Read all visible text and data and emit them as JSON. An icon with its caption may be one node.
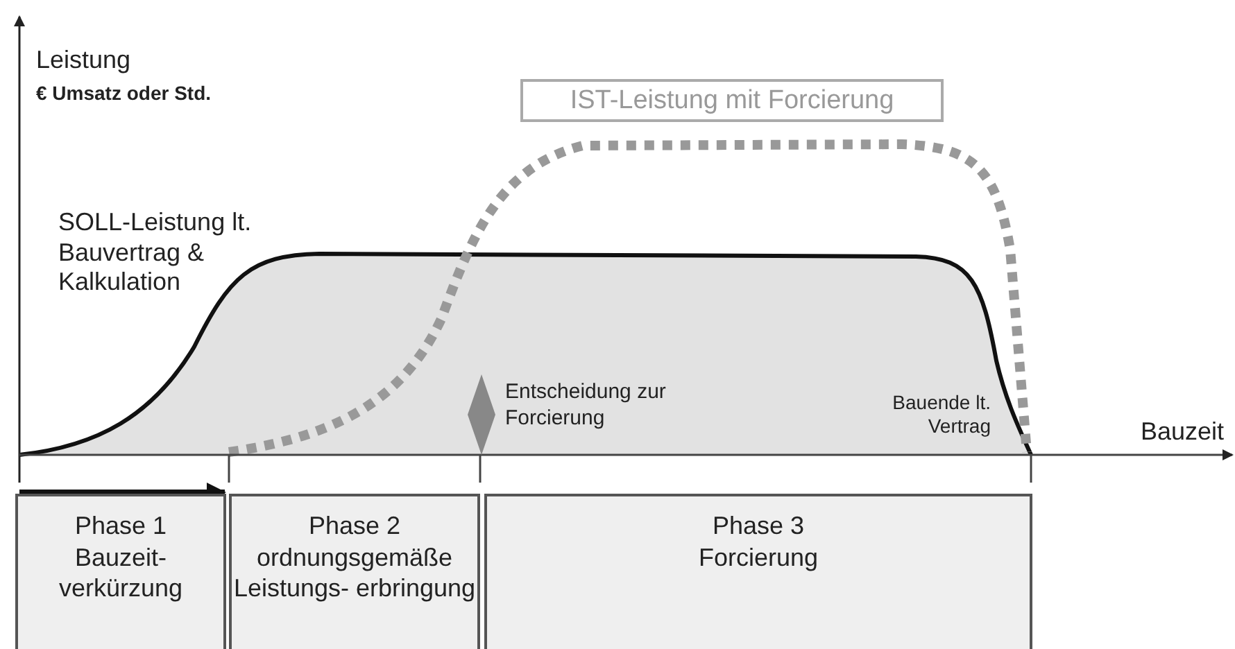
{
  "diagram": {
    "nodes": [
      {
        "text": [
          "IST-Leistung mit Forcierung"
        ]
      },
      {
        "text": [],
        "shape": "diamond",
        "beside": [
          "Entscheidung zur Forcierung"
        ]
      },
      {
        "text": [
          "Phase 1",
          "Bauzeit- verkürzung"
        ]
      },
      {
        "text": [
          "Phase 2",
          "ordnungsgemäße Leistungs- erbringung"
        ]
      },
      {
        "text": [
          "Phase 3",
          "Forcierung"
        ]
      }
    ],
    "edges": [],
    "labels": [
      "Leistung",
      "€ Umsatz oder Std.",
      "SOLL-Leistung lt. Bauvertrag & Kalkulation",
      "Bauende lt. Vertrag",
      "Bauzeit"
    ]
  }
}
